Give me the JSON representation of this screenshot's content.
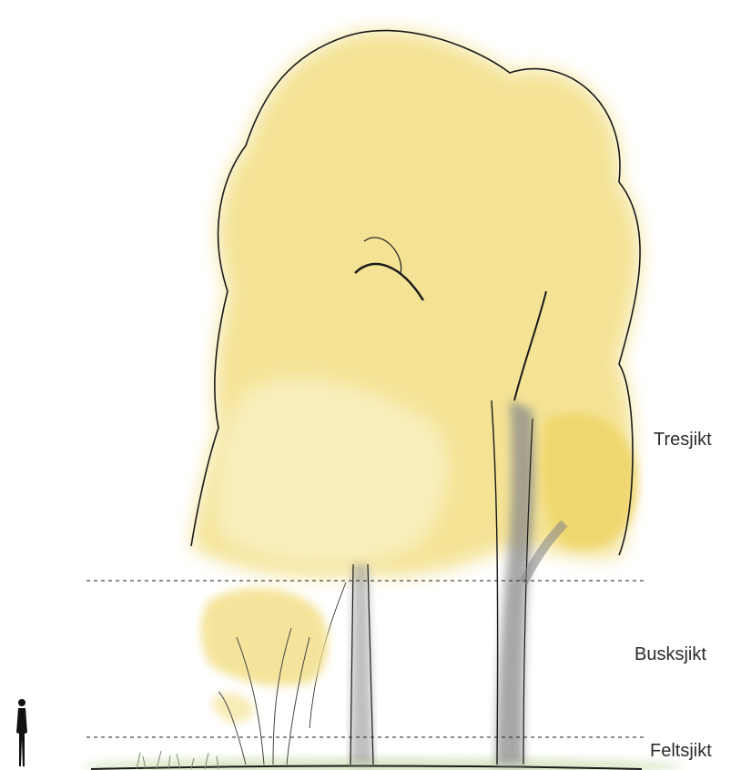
{
  "layers": {
    "tree_layer": "Tresjikt",
    "shrub_layer": "Busksjikt",
    "field_layer": "Feltsjikt"
  },
  "colors": {
    "foliage": "#f3e08a",
    "foliage_light": "#faf1c4",
    "trunk": "#6f6f6f",
    "outline": "#1a1a1a",
    "grass": "#cfe0b8"
  },
  "icons": {
    "scale_figure": "human-silhouette-icon"
  }
}
